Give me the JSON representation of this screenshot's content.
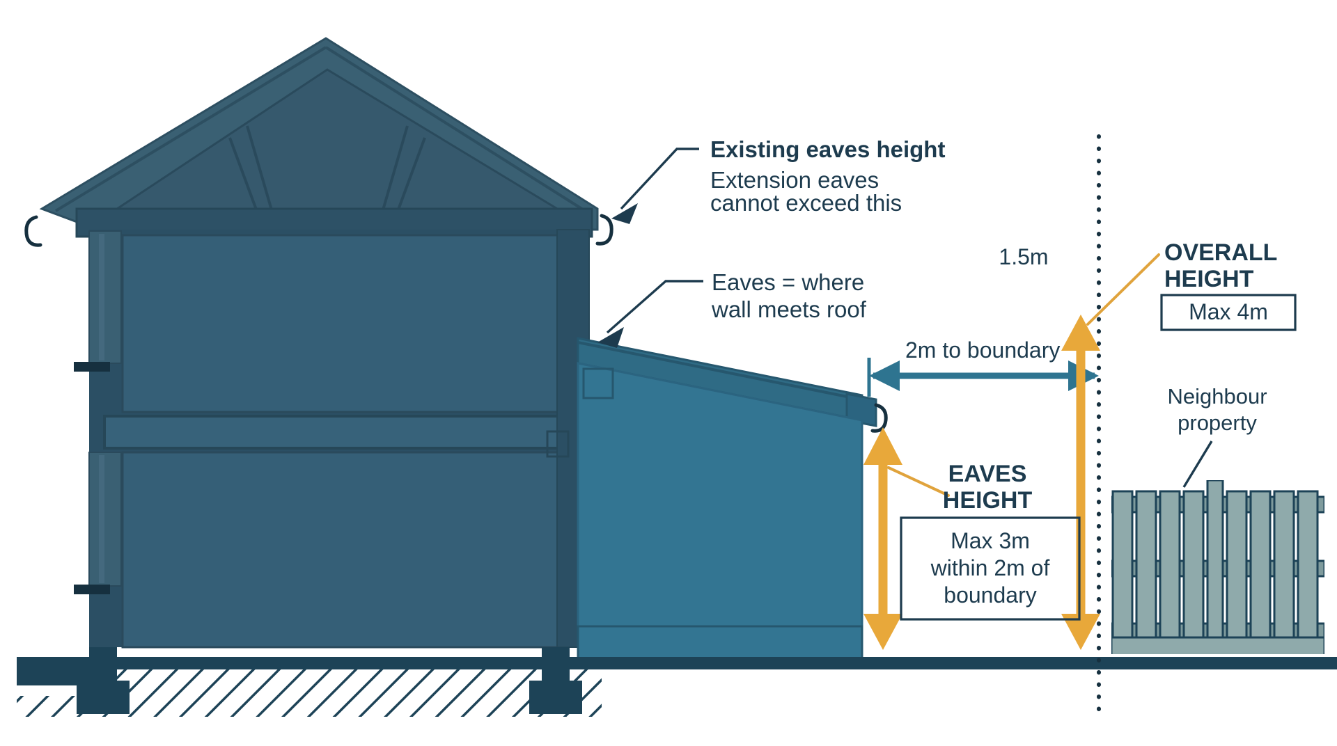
{
  "title": "Extension eaves and overall height limits (section diagram)",
  "palette": {
    "ink": "#1d3b4e",
    "ink_dark": "#16303f",
    "house_wall": "#355f77",
    "house_wall_dark": "#2b4f64",
    "house_roof": "#3a6073",
    "house_roof_dark": "#2d4f61",
    "extension_wall": "#337592",
    "extension_wall_dark": "#2b6480",
    "extension_roof": "#2f6b85",
    "ground_line": "#1d4357",
    "fence": "#8faaab",
    "fence_dark": "#1d4357",
    "gold": "#e8a83a",
    "gold_line": "#e0a33c",
    "teal_arrow": "#2e7490",
    "background": "#ffffff"
  },
  "annotations": {
    "existing_eaves": {
      "heading": "Existing eaves height",
      "line1": "Extension eaves",
      "line2": "cannot exceed this"
    },
    "eaves_definition": {
      "line1": "Eaves = where",
      "line2": "wall meets roof"
    },
    "neighbour": {
      "line1": "Neighbour",
      "line2": "property"
    }
  },
  "dimensions": {
    "boundary_offset": "1.5m",
    "horizontal_run": "2m to boundary",
    "overall_height": {
      "label_line1": "OVERALL",
      "label_line2": "HEIGHT",
      "box_value": "Max 4m"
    },
    "eaves_height": {
      "label_line1": "EAVES",
      "label_line2": "HEIGHT",
      "box_line1": "Max 3m",
      "box_line2": "within 2m of",
      "box_line3": "boundary"
    }
  },
  "chart_data": {
    "type": "diagram",
    "title": "Permitted development: extension eaves and overall height",
    "elements": [
      {
        "name": "existing-house",
        "description": "Two-storey house in section with gable roof, cut-away showing two floors and foundations"
      },
      {
        "name": "extension",
        "description": "Single-storey rear extension with mono-pitch roof sloping away from the house"
      },
      {
        "name": "boundary",
        "description": "Vertical dotted line marking the property boundary"
      },
      {
        "name": "neighbour-fence",
        "description": "Picket fence on the neighbour's side of the boundary"
      }
    ],
    "measurements": [
      {
        "label": "1.5m",
        "meaning": "distance marker beside boundary line",
        "value": 1.5,
        "unit": "m"
      },
      {
        "label": "2m to boundary",
        "meaning": "horizontal distance from extension wall to boundary",
        "value": 2,
        "unit": "m"
      },
      {
        "label": "Max 4m",
        "meaning": "maximum overall height at the boundary",
        "value": 4,
        "unit": "m"
      },
      {
        "label": "Max 3m within 2m of boundary",
        "meaning": "maximum eaves height when within 2m of boundary",
        "value": 3,
        "unit": "m"
      }
    ]
  }
}
